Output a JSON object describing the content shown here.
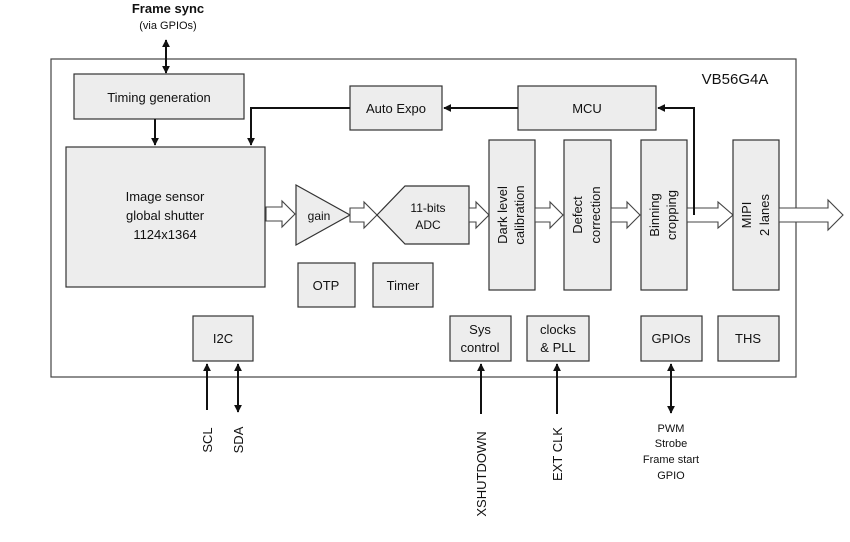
{
  "chip_name": "VB56G4A",
  "frame_sync": {
    "title": "Frame sync",
    "subtitle": "(via GPIOs)"
  },
  "blocks": {
    "timing": "Timing generation",
    "auto_expo": "Auto Expo",
    "mcu": "MCU",
    "sensor": [
      "Image sensor",
      "global shutter",
      "1124x1364"
    ],
    "gain": "gain",
    "adc": [
      "11-bits",
      "ADC"
    ],
    "dark": [
      "Dark level",
      "calibration"
    ],
    "defect": [
      "Defect",
      "correction"
    ],
    "binning": [
      "Binning",
      "cropping"
    ],
    "mipi": [
      "MIPI",
      "2 lanes"
    ],
    "otp": "OTP",
    "timer": "Timer",
    "i2c": "I2C",
    "sys": [
      "Sys",
      "control"
    ],
    "clocks": [
      "clocks",
      "& PLL"
    ],
    "gpios": "GPIOs",
    "ths": "THS"
  },
  "pins": {
    "scl": "SCL",
    "sda": "SDA",
    "xshutdown": "XSHUTDOWN",
    "extclk": "EXT CLK",
    "gpio_signals": [
      "PWM",
      "Strobe",
      "Frame start",
      "GPIO"
    ]
  },
  "colors": {
    "block_fill": "#ededed",
    "line": "#111111"
  }
}
